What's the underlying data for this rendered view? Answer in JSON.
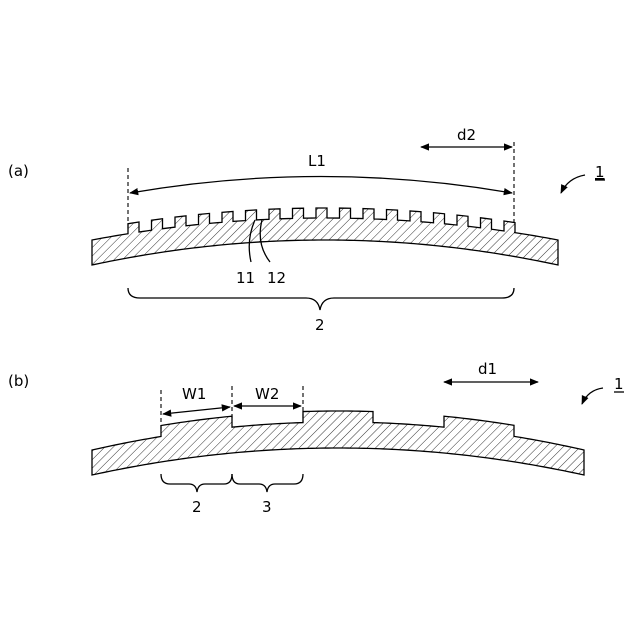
{
  "panel_a": {
    "tag": "(a)",
    "dimension_span": "L1",
    "dimension_pitch": "d2",
    "part_ref": "1",
    "ref_tooth": "11",
    "ref_gap": "12",
    "brace": "2"
  },
  "panel_b": {
    "tag": "(b)",
    "width_1": "W1",
    "width_2": "W2",
    "dimension_pitch": "d1",
    "part_ref": "1",
    "brace_1": "2",
    "brace_2": "3"
  }
}
